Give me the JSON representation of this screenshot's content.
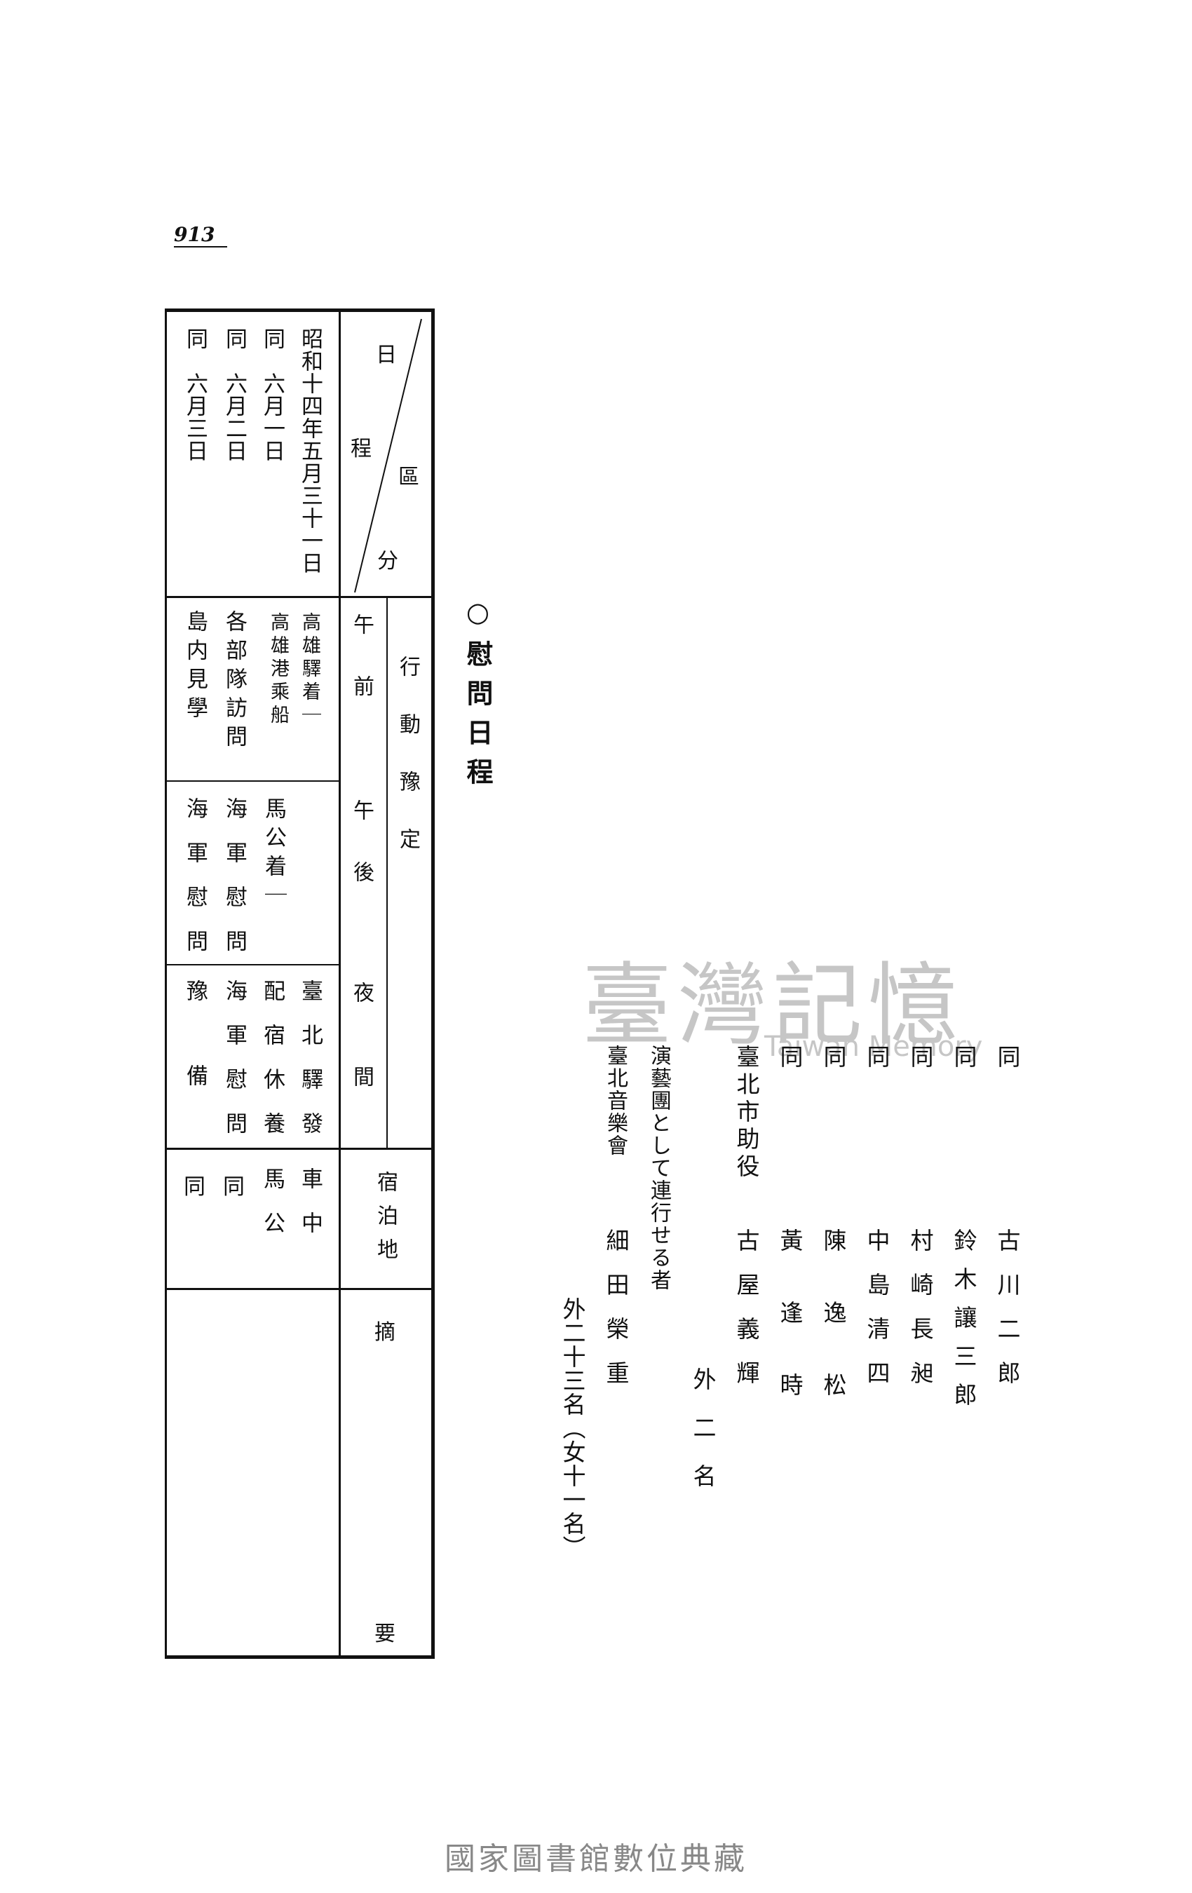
{
  "page_number": "913",
  "title": "○慰問日程",
  "table": {
    "header": {
      "corner_top": "日",
      "corner_mid": "程",
      "corner_region": "區",
      "corner_div": "分",
      "action": "行動豫定",
      "morning": "午前",
      "afternoon": "午後",
      "night": "夜間",
      "lodging": "宿泊地",
      "remarks_1": "摘",
      "remarks_2": "要"
    },
    "dates": [
      "昭和十四年五月三十一日",
      "同　六月一日",
      "同　六月二日",
      "同　六月三日"
    ],
    "morning_entries": [
      "高雄驛着｜",
      "高雄港乘船",
      "各部隊訪問",
      "島内見學"
    ],
    "afternoon_entries": [
      "馬公着｜",
      "海軍慰問",
      "海軍慰問"
    ],
    "night_entries": [
      "臺北驛發",
      "配宿休養",
      "海軍慰問",
      "豫備"
    ],
    "lodging_entries": [
      "車中",
      "馬公",
      "同",
      "同"
    ]
  },
  "roster": [
    {
      "affiliation": "同",
      "name": "古川二郎"
    },
    {
      "affiliation": "同",
      "name": "鈴木讓三郎"
    },
    {
      "affiliation": "同",
      "name": "村崎長昶"
    },
    {
      "affiliation": "同",
      "name": "中島清四"
    },
    {
      "affiliation": "同",
      "name": "陳逸松"
    },
    {
      "affiliation": "同",
      "name": "黃逢時"
    },
    {
      "affiliation": "臺北市助役",
      "name": "古屋義輝"
    },
    {
      "affiliation": "",
      "name": "外二名"
    },
    {
      "affiliation": "演藝團として連行せる者",
      "name": ""
    },
    {
      "affiliation": "臺北音樂會",
      "name": "細田榮重"
    },
    {
      "affiliation": "",
      "name": "外二十三名（女十一名）"
    }
  ],
  "watermark": {
    "main": "臺灣記憶",
    "sub": "Taiwan Memory"
  },
  "footer": "國家圖書館數位典藏"
}
